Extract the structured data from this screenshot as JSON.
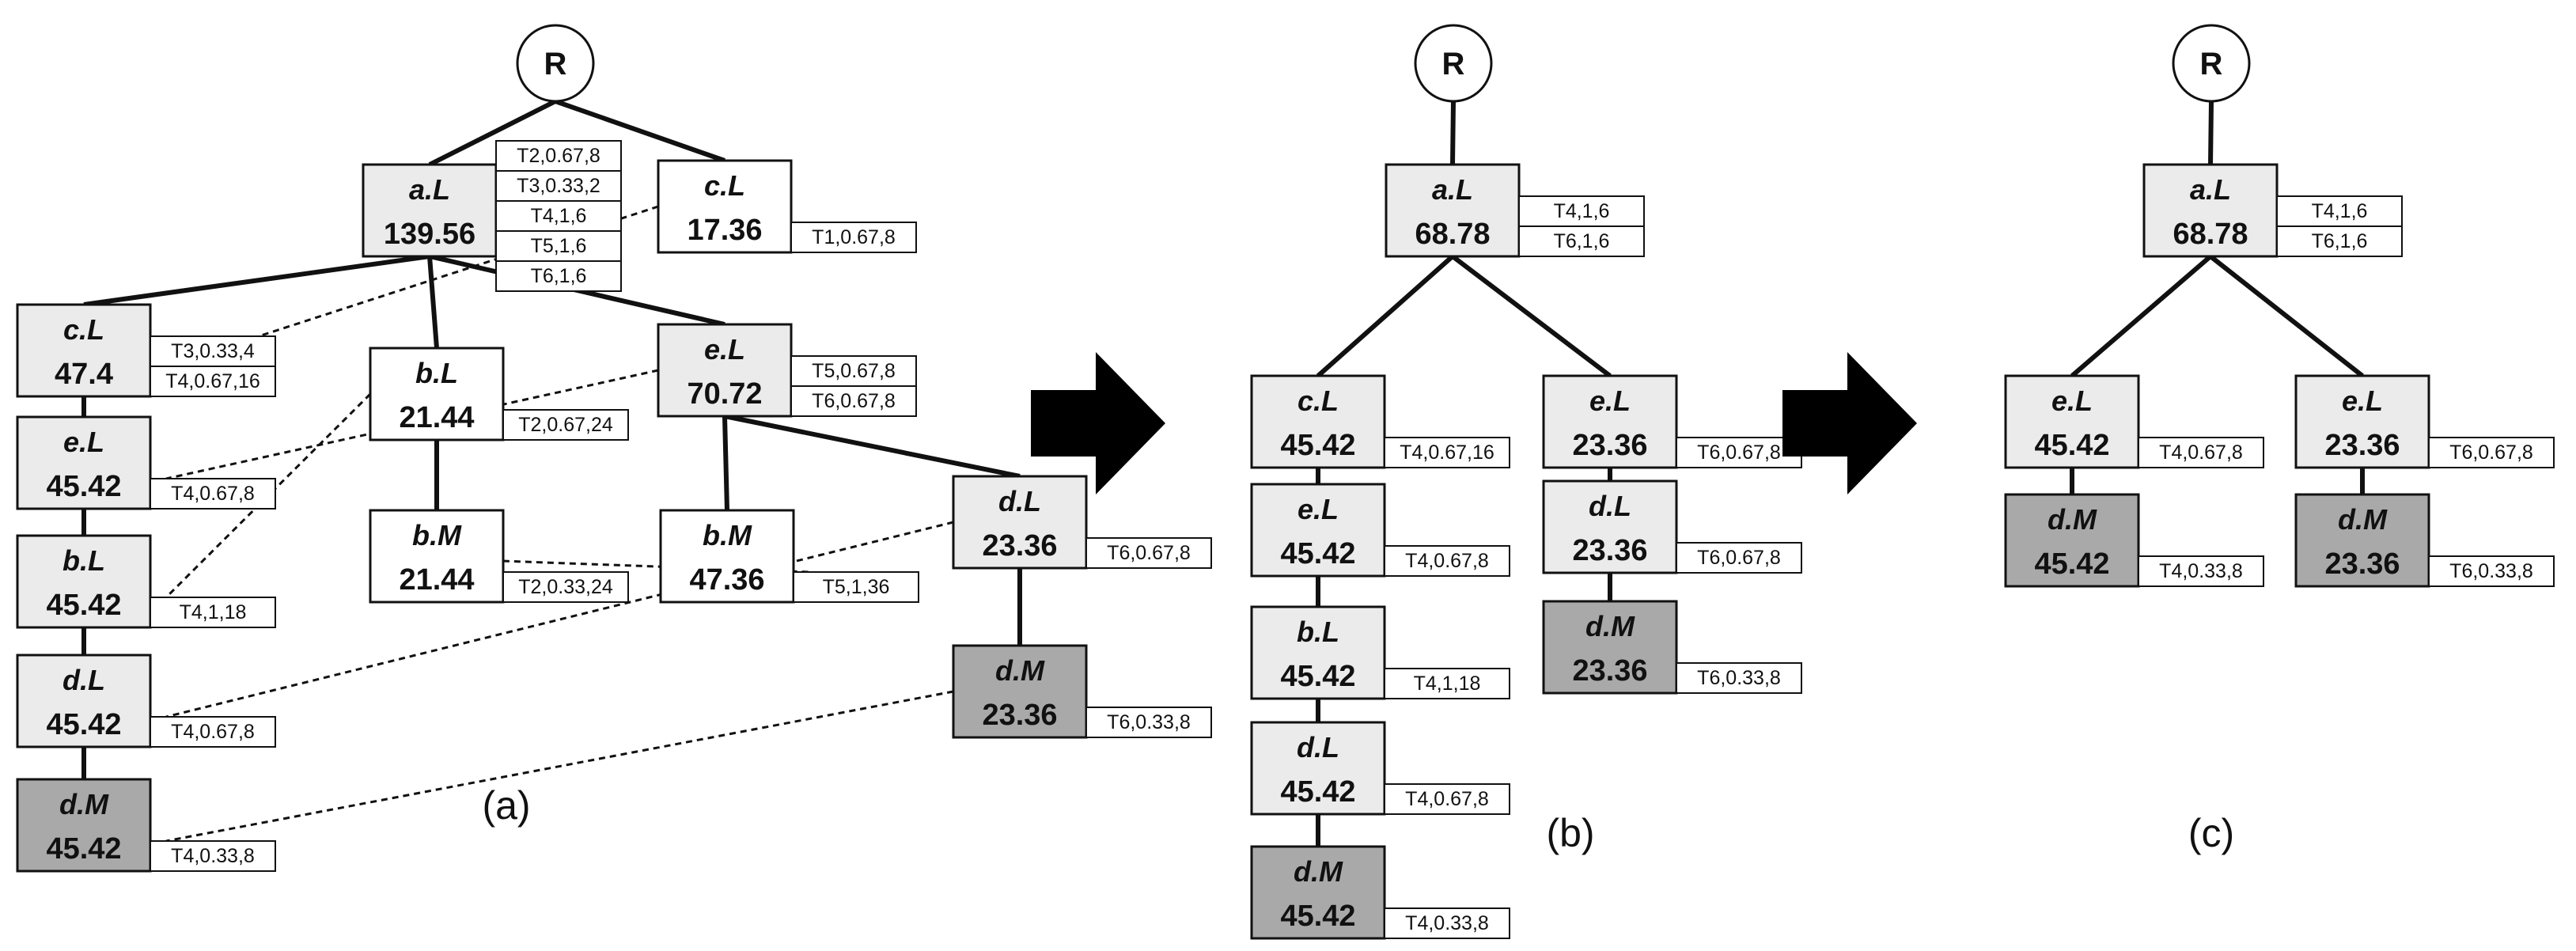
{
  "colors": {
    "node_light": "#ebebeb",
    "node_white": "#ffffff",
    "node_dark": "#a9a9a9",
    "stroke": "#111111",
    "arrow": "#000000"
  },
  "panels": [
    {
      "label": "(a)",
      "root": "R",
      "nodes": [
        {
          "id": "a_aL",
          "name": "a.L",
          "value": "139.56",
          "shade": "light",
          "tids": [
            "T2,0.67,8",
            "T3,0.33,2",
            "T4,1,6",
            "T5,1,6",
            "T6,1,6"
          ]
        },
        {
          "id": "a_cL_top",
          "name": "c.L",
          "value": "17.36",
          "shade": "white",
          "tids": [
            "T1,0.67,8"
          ]
        },
        {
          "id": "a_cL",
          "name": "c.L",
          "value": "47.4",
          "shade": "light",
          "tids": [
            "T3,0.33,4",
            "T4,0.67,16"
          ]
        },
        {
          "id": "a_eL",
          "name": "e.L",
          "value": "45.42",
          "shade": "light",
          "tids": [
            "T4,0.67,8"
          ]
        },
        {
          "id": "a_bL",
          "name": "b.L",
          "value": "45.42",
          "shade": "light",
          "tids": [
            "T4,1,18"
          ]
        },
        {
          "id": "a_dL",
          "name": "d.L",
          "value": "45.42",
          "shade": "light",
          "tids": [
            "T4,0.67,8"
          ]
        },
        {
          "id": "a_dM",
          "name": "d.M",
          "value": "45.42",
          "shade": "dark",
          "tids": [
            "T4,0.33,8"
          ]
        },
        {
          "id": "a_bL2",
          "name": "b.L",
          "value": "21.44",
          "shade": "white",
          "tids": [
            "T2,0.67,24"
          ]
        },
        {
          "id": "a_bM",
          "name": "b.M",
          "value": "21.44",
          "shade": "white",
          "tids": [
            "T2,0.33,24"
          ]
        },
        {
          "id": "a_eL2",
          "name": "e.L",
          "value": "70.72",
          "shade": "light",
          "tids": [
            "T5,0.67,8",
            "T6,0.67,8"
          ]
        },
        {
          "id": "a_bM2",
          "name": "b.M",
          "value": "47.36",
          "shade": "white",
          "tids": [
            "T5,1,36"
          ]
        },
        {
          "id": "a_dL2",
          "name": "d.L",
          "value": "23.36",
          "shade": "light",
          "tids": [
            "T6,0.67,8"
          ]
        },
        {
          "id": "a_dM2",
          "name": "d.M",
          "value": "23.36",
          "shade": "dark",
          "tids": [
            "T6,0.33,8"
          ]
        }
      ],
      "edges": [
        {
          "from": "R",
          "to": "a_aL"
        },
        {
          "from": "R",
          "to": "a_cL_top"
        },
        {
          "from": "a_aL",
          "to": "a_cL"
        },
        {
          "from": "a_aL",
          "to": "a_bL2"
        },
        {
          "from": "a_aL",
          "to": "a_eL2"
        },
        {
          "from": "a_cL",
          "to": "a_eL"
        },
        {
          "from": "a_eL",
          "to": "a_bL"
        },
        {
          "from": "a_bL",
          "to": "a_dL"
        },
        {
          "from": "a_dL",
          "to": "a_dM"
        },
        {
          "from": "a_bL2",
          "to": "a_bM"
        },
        {
          "from": "a_eL2",
          "to": "a_bM2"
        },
        {
          "from": "a_eL2",
          "to": "a_dL2"
        },
        {
          "from": "a_dL2",
          "to": "a_dM2"
        }
      ],
      "links": [
        {
          "from": "a_cL_top",
          "to": "a_cL"
        },
        {
          "from": "a_eL2",
          "to": "a_eL"
        },
        {
          "from": "a_bL2",
          "to": "a_bL"
        },
        {
          "from": "a_bM",
          "to": "a_bM2"
        },
        {
          "from": "a_dL2",
          "to": "a_dL"
        },
        {
          "from": "a_dM2",
          "to": "a_dM"
        }
      ]
    },
    {
      "label": "(b)",
      "root": "R",
      "nodes": [
        {
          "id": "b_aL",
          "name": "a.L",
          "value": "68.78",
          "shade": "light",
          "tids": [
            "T4,1,6",
            "T6,1,6"
          ]
        },
        {
          "id": "b_cL",
          "name": "c.L",
          "value": "45.42",
          "shade": "light",
          "tids": [
            "T4,0.67,16"
          ]
        },
        {
          "id": "b_eL",
          "name": "e.L",
          "value": "45.42",
          "shade": "light",
          "tids": [
            "T4,0.67,8"
          ]
        },
        {
          "id": "b_bL",
          "name": "b.L",
          "value": "45.42",
          "shade": "light",
          "tids": [
            "T4,1,18"
          ]
        },
        {
          "id": "b_dL",
          "name": "d.L",
          "value": "45.42",
          "shade": "light",
          "tids": [
            "T4,0.67,8"
          ]
        },
        {
          "id": "b_dM",
          "name": "d.M",
          "value": "45.42",
          "shade": "dark",
          "tids": [
            "T4,0.33,8"
          ]
        },
        {
          "id": "b_eL2",
          "name": "e.L",
          "value": "23.36",
          "shade": "light",
          "tids": [
            "T6,0.67,8"
          ]
        },
        {
          "id": "b_dL2",
          "name": "d.L",
          "value": "23.36",
          "shade": "light",
          "tids": [
            "T6,0.67,8"
          ]
        },
        {
          "id": "b_dM2",
          "name": "d.M",
          "value": "23.36",
          "shade": "dark",
          "tids": [
            "T6,0.33,8"
          ]
        }
      ],
      "edges": [
        {
          "from": "R",
          "to": "b_aL"
        },
        {
          "from": "b_aL",
          "to": "b_cL"
        },
        {
          "from": "b_aL",
          "to": "b_eL2"
        },
        {
          "from": "b_cL",
          "to": "b_eL"
        },
        {
          "from": "b_eL",
          "to": "b_bL"
        },
        {
          "from": "b_bL",
          "to": "b_dL"
        },
        {
          "from": "b_dL",
          "to": "b_dM"
        },
        {
          "from": "b_eL2",
          "to": "b_dL2"
        },
        {
          "from": "b_dL2",
          "to": "b_dM2"
        }
      ],
      "links": []
    },
    {
      "label": "(c)",
      "root": "R",
      "nodes": [
        {
          "id": "c_aL",
          "name": "a.L",
          "value": "68.78",
          "shade": "light",
          "tids": [
            "T4,1,6",
            "T6,1,6"
          ]
        },
        {
          "id": "c_eL",
          "name": "e.L",
          "value": "45.42",
          "shade": "light",
          "tids": [
            "T4,0.67,8"
          ]
        },
        {
          "id": "c_dM",
          "name": "d.M",
          "value": "45.42",
          "shade": "dark",
          "tids": [
            "T4,0.33,8"
          ]
        },
        {
          "id": "c_eL2",
          "name": "e.L",
          "value": "23.36",
          "shade": "light",
          "tids": [
            "T6,0.67,8"
          ]
        },
        {
          "id": "c_dM2",
          "name": "d.M",
          "value": "23.36",
          "shade": "dark",
          "tids": [
            "T6,0.33,8"
          ]
        }
      ],
      "edges": [
        {
          "from": "R",
          "to": "c_aL"
        },
        {
          "from": "c_aL",
          "to": "c_eL"
        },
        {
          "from": "c_aL",
          "to": "c_eL2"
        },
        {
          "from": "c_eL",
          "to": "c_dM"
        },
        {
          "from": "c_eL2",
          "to": "c_dM2"
        }
      ],
      "links": []
    }
  ]
}
